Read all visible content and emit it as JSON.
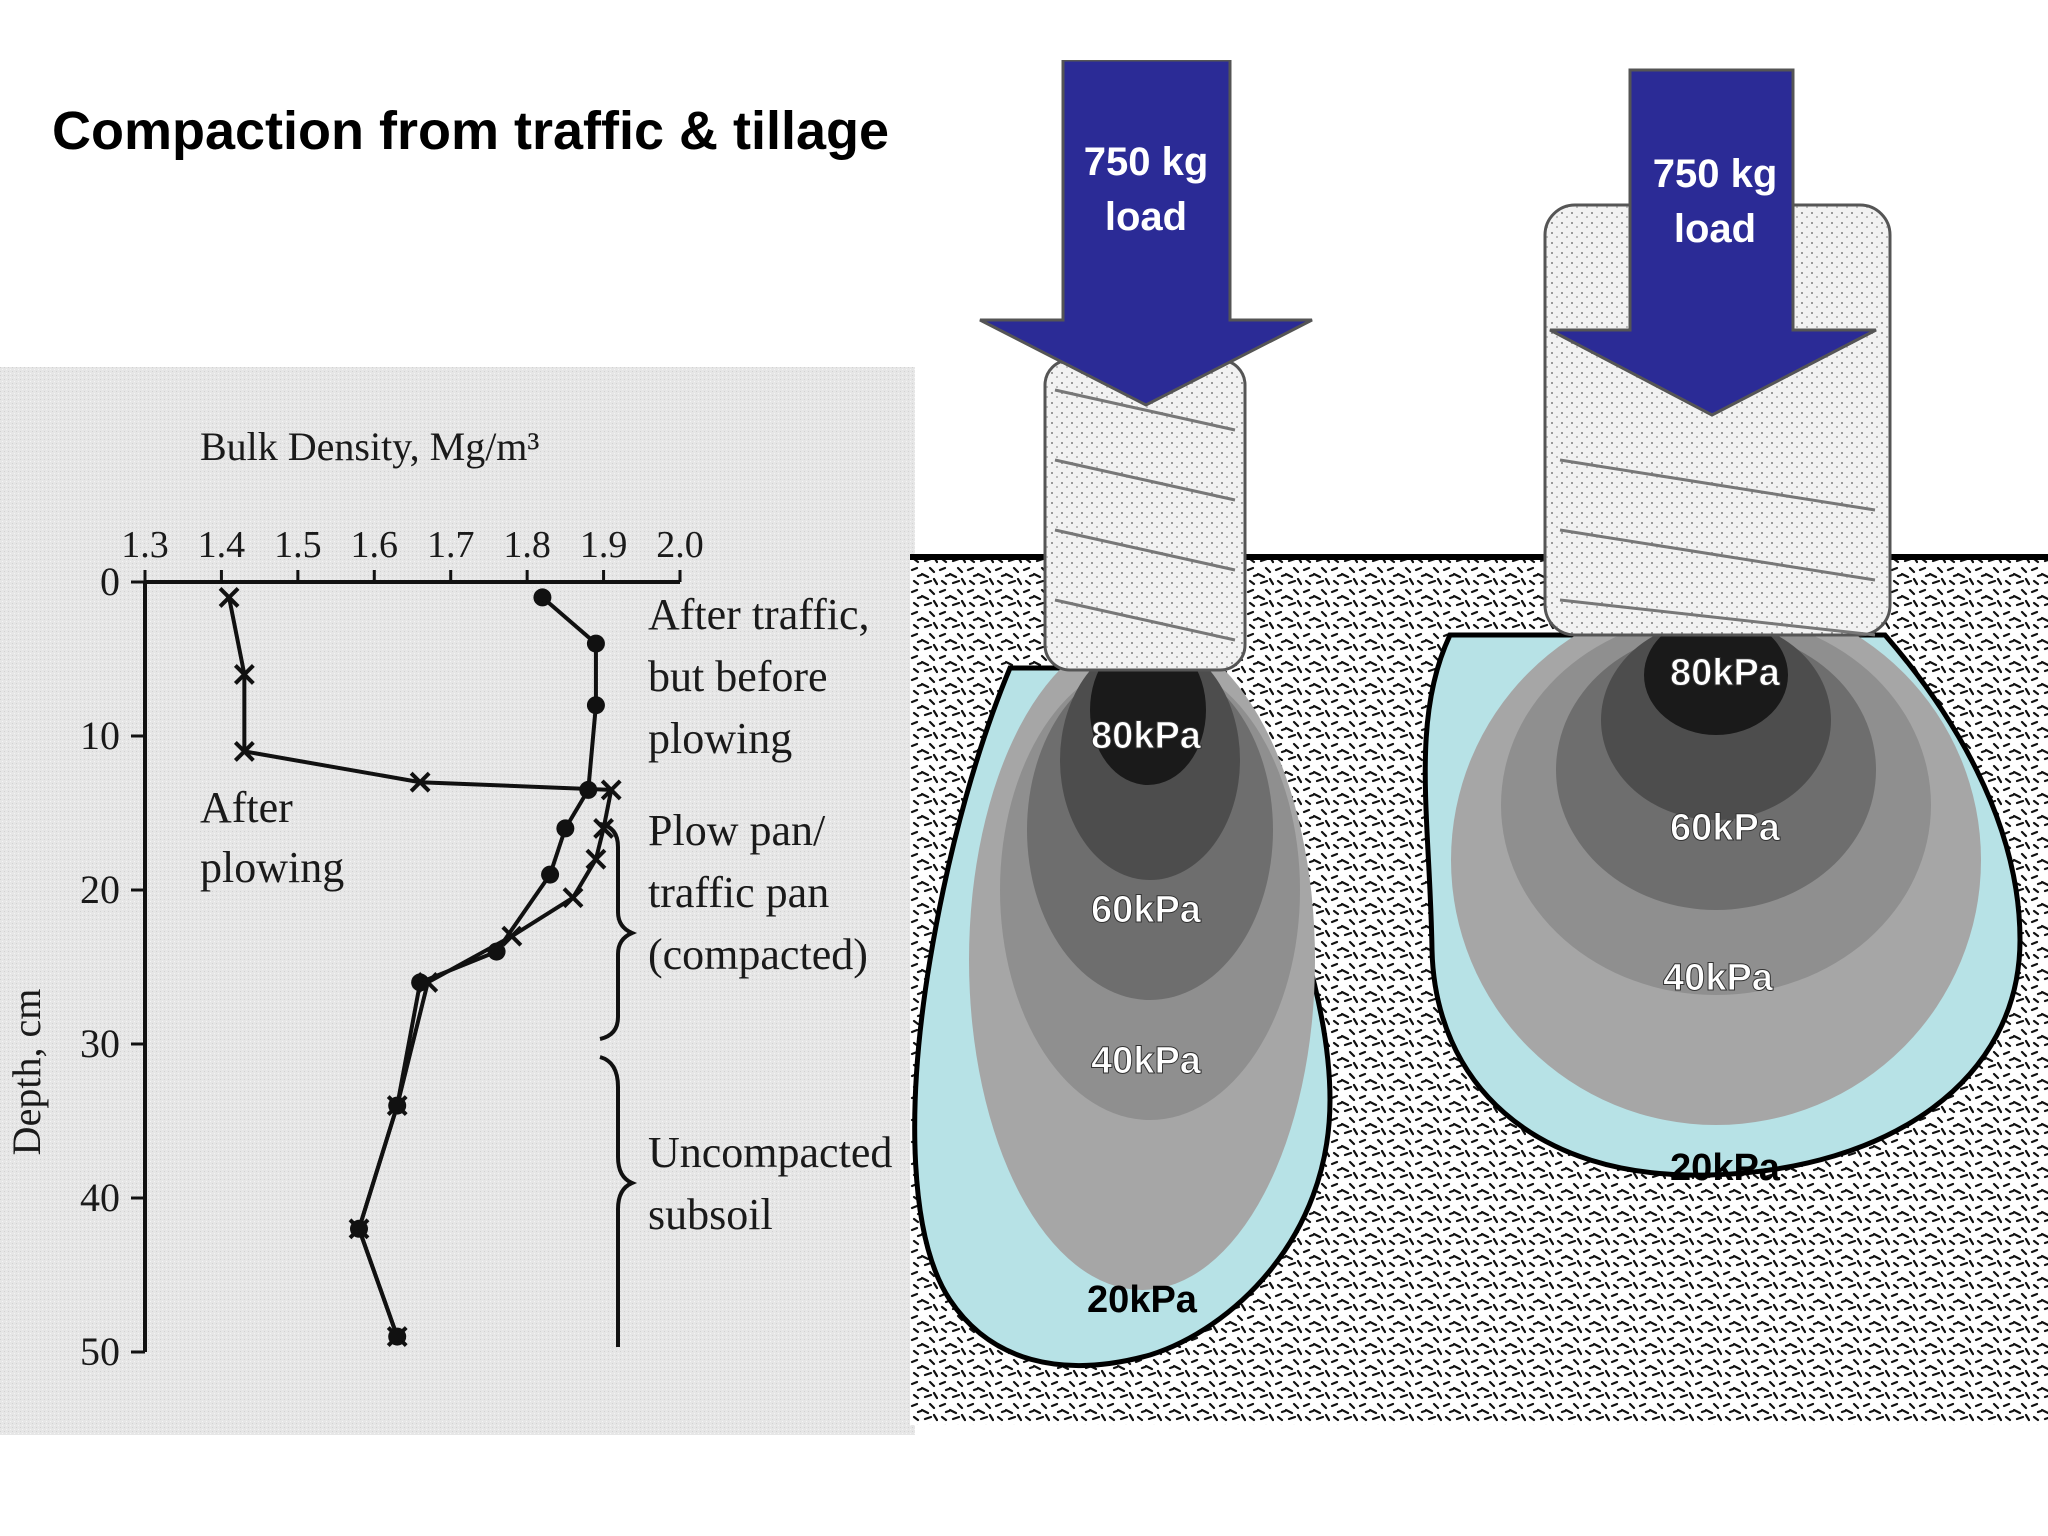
{
  "title": "Compaction from traffic & tillage",
  "chart_data": {
    "type": "line",
    "title": "Bulk Density, Mg/m³",
    "xlabel": "Bulk Density, Mg/m³",
    "ylabel": "Depth, cm",
    "xlim": [
      1.3,
      2.0
    ],
    "ylim": [
      0,
      50
    ],
    "x_ticks": [
      "1.3",
      "1.4",
      "1.5",
      "1.6",
      "1.7",
      "1.8",
      "1.9",
      "2.0"
    ],
    "y_ticks": [
      "0",
      "10",
      "20",
      "30",
      "40",
      "50"
    ],
    "y_axis_inverted": true,
    "axis_position": "top",
    "series": [
      {
        "name": "After plowing",
        "marker": "x",
        "points": [
          [
            1.41,
            1
          ],
          [
            1.43,
            6
          ],
          [
            1.43,
            11
          ],
          [
            1.66,
            13
          ],
          [
            1.91,
            13.5
          ],
          [
            1.9,
            16
          ],
          [
            1.89,
            18
          ],
          [
            1.86,
            20.5
          ],
          [
            1.78,
            23
          ],
          [
            1.67,
            26
          ],
          [
            1.63,
            34
          ],
          [
            1.58,
            42
          ],
          [
            1.63,
            49
          ]
        ]
      },
      {
        "name": "After traffic, but before plowing",
        "marker": "dot",
        "points": [
          [
            1.82,
            1
          ],
          [
            1.89,
            4
          ],
          [
            1.89,
            8
          ],
          [
            1.88,
            13.5
          ],
          [
            1.85,
            16
          ],
          [
            1.83,
            19
          ],
          [
            1.76,
            24
          ],
          [
            1.66,
            26
          ],
          [
            1.63,
            34
          ],
          [
            1.58,
            42
          ],
          [
            1.63,
            49
          ]
        ]
      }
    ],
    "annotations": {
      "after_plowing": [
        "After",
        "plowing"
      ],
      "after_traffic": [
        "After traffic,",
        "but before",
        "plowing"
      ],
      "pan": [
        "Plow pan/",
        "traffic pan",
        "(compacted)"
      ],
      "subsoil": [
        "Uncompacted",
        "subsoil"
      ]
    }
  },
  "pressure_diagrams": [
    {
      "load": [
        "750 kg",
        "load"
      ],
      "labels": [
        "80kPa",
        "60kPa",
        "40kPa",
        "20kPa"
      ]
    },
    {
      "load": [
        "750 kg",
        "load"
      ],
      "labels": [
        "80kPa",
        "60kPa",
        "40kPa",
        "20kPa"
      ]
    }
  ],
  "colors": {
    "arrow": "#2b2b96",
    "outer_contour": "#b7e2e6",
    "contour_1": "#a6a6a6",
    "contour_2": "#8f8f8f",
    "contour_3": "#6e6e6e",
    "contour_4": "#4d4d4d",
    "contour_core": "#1a1a1a"
  }
}
